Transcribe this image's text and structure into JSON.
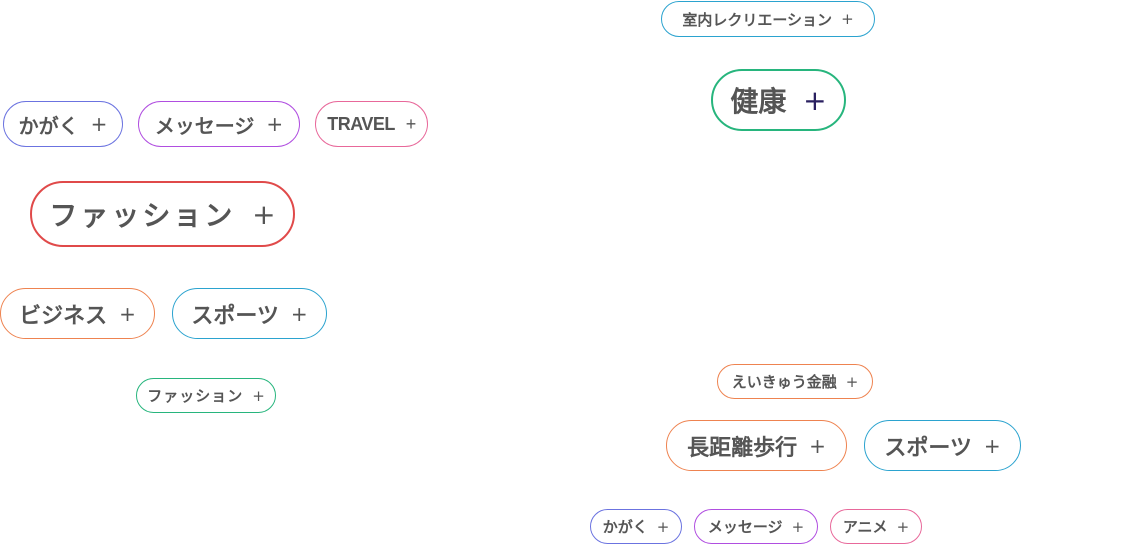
{
  "tags": [
    {
      "label": "室内レクリエーション",
      "plus": "+",
      "color": "#2ba3cf"
    },
    {
      "label": "健康",
      "plus": "+",
      "color": "#27b57d",
      "plus_color": "#2a2060"
    },
    {
      "label": "かがく",
      "plus": "+",
      "color": "#6b73e0"
    },
    {
      "label": "メッセージ",
      "plus": "+",
      "color": "#b04ee0"
    },
    {
      "label": "TRAVEL",
      "plus": "+",
      "color": "#e8689a"
    },
    {
      "label": "ファッション",
      "plus": "+",
      "color": "#e04a4a"
    },
    {
      "label": "ビジネス",
      "plus": "+",
      "color": "#ee8350"
    },
    {
      "label": "スポーツ",
      "plus": "+",
      "color": "#2ba3cf"
    },
    {
      "label": "ファッション",
      "plus": "+",
      "color": "#27b57d"
    },
    {
      "label": "えいきゅう金融",
      "plus": "+",
      "color": "#ee8350"
    },
    {
      "label": "長距離歩行",
      "plus": "+",
      "color": "#ee8350"
    },
    {
      "label": "スポーツ",
      "plus": "+",
      "color": "#2ba3cf"
    },
    {
      "label": "かがく",
      "plus": "+",
      "color": "#6b73e0"
    },
    {
      "label": "メッセージ",
      "plus": "+",
      "color": "#b04ee0"
    },
    {
      "label": "アニメ",
      "plus": "+",
      "color": "#e8689a"
    }
  ]
}
